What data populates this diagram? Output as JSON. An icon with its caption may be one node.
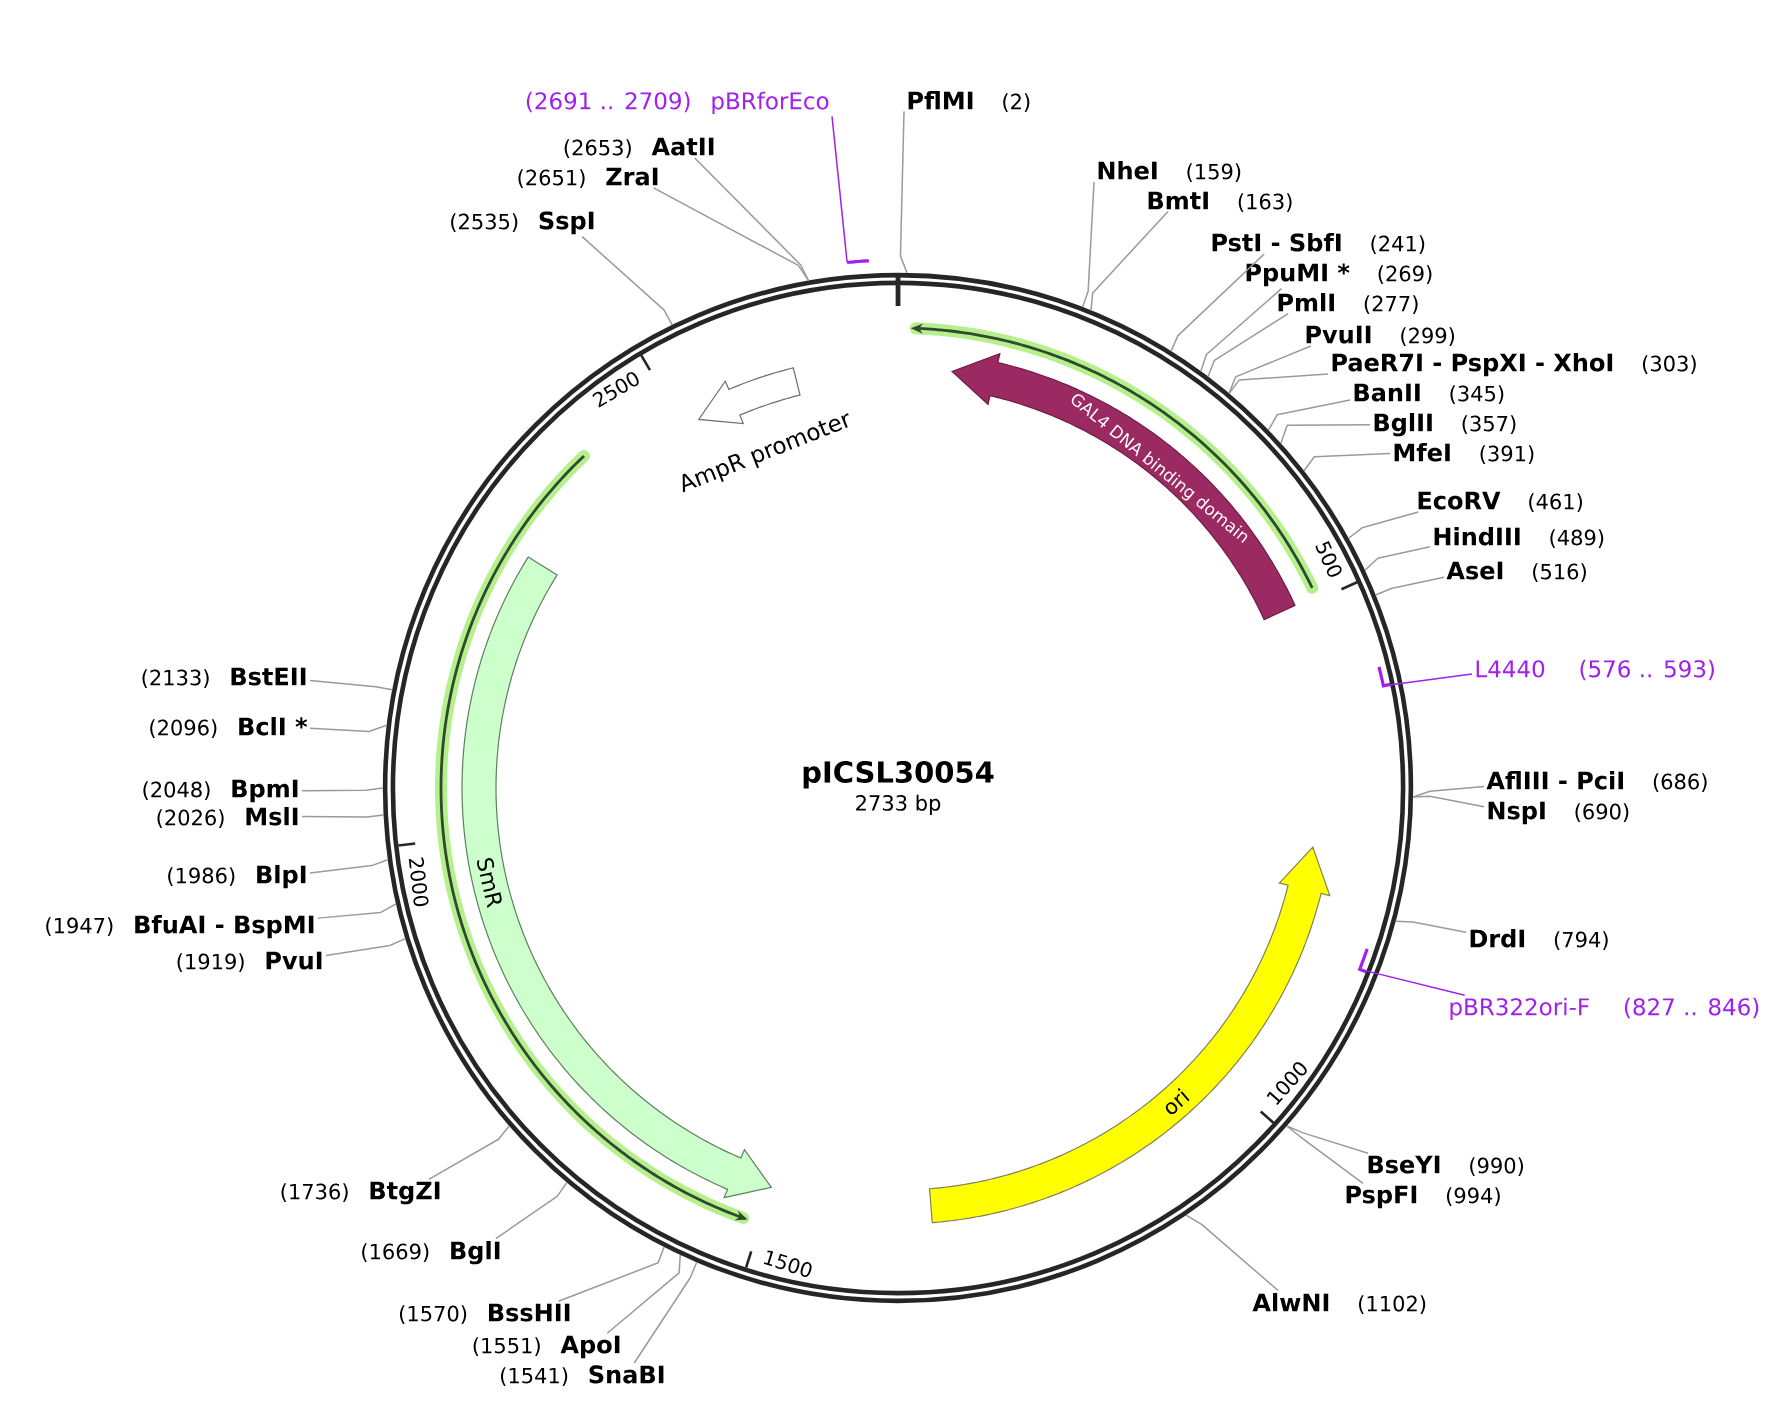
{
  "diagram": {
    "nodes": [
      {
        "text": [
          "pICSL30054",
          "2733 bp"
        ]
      },
      {
        "text": [],
        "shape": "arrow",
        "in": 0
      },
      {
        "text": [],
        "shape": "arrow",
        "in": 0
      },
      {
        "text": [
          "GAL4 DNA binding domain"
        ],
        "in": 0
      },
      {
        "text": [
          "ori"
        ],
        "in": 0
      },
      {
        "text": [
          "SmR"
        ],
        "in": 0
      },
      {
        "text": [
          "AmpR promoter"
        ],
        "in": 0
      },
      {
        "text": [
          "pBRforEco"
        ],
        "beside": [
          "(2691 .. 2709)"
        ]
      },
      {
        "text": [],
        "shape": "bar"
      },
      {
        "text": [
          "PflMI"
        ],
        "beside": [
          "(2)"
        ]
      },
      {
        "text": [
          "NheI"
        ],
        "beside": [
          "(159)"
        ]
      },
      {
        "text": [
          "BmtI"
        ],
        "beside": [
          "(163)"
        ]
      },
      {
        "text": [
          "PstI - SbfI"
        ],
        "beside": [
          "(241)"
        ]
      },
      {
        "text": [
          "PpuMI *"
        ],
        "beside": [
          "(269)"
        ]
      },
      {
        "text": [
          "PmlI"
        ],
        "beside": [
          "(277)"
        ]
      },
      {
        "text": [
          "PvuII"
        ],
        "beside": [
          "(299)"
        ]
      },
      {
        "text": [
          "PaeR7I - PspXI - XhoI"
        ],
        "beside": [
          "(303)"
        ]
      },
      {
        "text": [
          "BanII"
        ],
        "beside": [
          "(345)"
        ]
      },
      {
        "text": [
          "BglII"
        ],
        "beside": [
          "(357)"
        ]
      },
      {
        "text": [
          "MfeI"
        ],
        "beside": [
          "(391)"
        ]
      },
      {
        "text": [
          "EcoRV"
        ],
        "beside": [
          "(461)"
        ]
      },
      {
        "text": [
          "HindIII"
        ],
        "beside": [
          "(489)"
        ]
      },
      {
        "text": [
          "AseI"
        ],
        "beside": [
          "(516)"
        ]
      },
      {
        "text": [
          "L4440"
        ],
        "beside": [
          "(576 .. 593)"
        ]
      },
      {
        "text": [],
        "shape": "bar",
        "in": 0
      },
      {
        "text": [
          "AflIII - PciI"
        ],
        "beside": [
          "(686)"
        ]
      },
      {
        "text": [
          "NspI"
        ],
        "beside": [
          "(690)"
        ]
      },
      {
        "text": [
          "DrdI"
        ],
        "beside": [
          "(794)"
        ]
      },
      {
        "text": [
          "pBR322ori-F"
        ],
        "beside": [
          "(827 .. 846)"
        ]
      },
      {
        "text": [],
        "shape": "bar",
        "in": 0
      },
      {
        "text": [
          "BseYI"
        ],
        "beside": [
          "(990)"
        ]
      },
      {
        "text": [
          "PspFI"
        ],
        "beside": [
          "(994)"
        ]
      },
      {
        "text": [
          "AlwNI"
        ],
        "beside": [
          "(1102)"
        ]
      },
      {
        "text": [
          "SnaBI"
        ],
        "beside": [
          "(1541)"
        ]
      },
      {
        "text": [
          "ApoI"
        ],
        "beside": [
          "(1551)"
        ]
      },
      {
        "text": [
          "BssHII"
        ],
        "beside": [
          "(1570)"
        ]
      },
      {
        "text": [
          "BglI"
        ],
        "beside": [
          "(1669)"
        ]
      },
      {
        "text": [
          "BtgZI"
        ],
        "beside": [
          "(1736)"
        ]
      },
      {
        "text": [
          "PvuI"
        ],
        "beside": [
          "(1919)"
        ]
      },
      {
        "text": [
          "BfuAI - BspMI"
        ],
        "beside": [
          "(1947)"
        ]
      },
      {
        "text": [
          "BlpI"
        ],
        "beside": [
          "(1986)"
        ]
      },
      {
        "text": [
          "MslI"
        ],
        "beside": [
          "(2026)"
        ]
      },
      {
        "text": [
          "BpmI"
        ],
        "beside": [
          "(2048)"
        ]
      },
      {
        "text": [
          "BclI *"
        ],
        "beside": [
          "(2096)"
        ]
      },
      {
        "text": [
          "BstEII"
        ],
        "beside": [
          "(2133)"
        ]
      },
      {
        "text": [
          "SspI"
        ],
        "beside": [
          "(2535)"
        ]
      },
      {
        "text": [
          "ZraI"
        ],
        "beside": [
          "(2651)"
        ]
      },
      {
        "text": [
          "AatII"
        ],
        "beside": [
          "(2653)"
        ]
      }
    ],
    "edges": [
      {
        "from": 7,
        "to": 8,
        "arrow": "none",
        "color": "#a020f0"
      },
      {
        "from": 9,
        "to": 0,
        "arrow": "none"
      },
      {
        "from": 10,
        "to": 0,
        "arrow": "none"
      },
      {
        "from": 11,
        "to": 0,
        "arrow": "none"
      },
      {
        "from": 12,
        "to": 0,
        "arrow": "none"
      },
      {
        "from": 13,
        "to": 0,
        "arrow": "none"
      },
      {
        "from": 14,
        "to": 0,
        "arrow": "none"
      },
      {
        "from": 15,
        "to": 0,
        "arrow": "none"
      },
      {
        "from": 16,
        "to": 0,
        "arrow": "none"
      },
      {
        "from": 17,
        "to": 0,
        "arrow": "none"
      },
      {
        "from": 18,
        "to": 0,
        "arrow": "none"
      },
      {
        "from": 19,
        "to": 0,
        "arrow": "none"
      },
      {
        "from": 20,
        "to": 0,
        "arrow": "none"
      },
      {
        "from": 21,
        "to": 0,
        "arrow": "none"
      },
      {
        "from": 22,
        "to": 0,
        "arrow": "none"
      },
      {
        "from": 23,
        "to": 24,
        "arrow": "none",
        "color": "#a020f0"
      },
      {
        "from": 25,
        "to": 0,
        "arrow": "none"
      },
      {
        "from": 26,
        "to": 0,
        "arrow": "none"
      },
      {
        "from": 27,
        "to": 0,
        "arrow": "none"
      },
      {
        "from": 28,
        "to": 29,
        "arrow": "none",
        "color": "#a020f0"
      },
      {
        "from": 30,
        "to": 0,
        "arrow": "none"
      },
      {
        "from": 31,
        "to": 0,
        "arrow": "none"
      },
      {
        "from": 32,
        "to": 0,
        "arrow": "none"
      },
      {
        "from": 33,
        "to": 0,
        "arrow": "none"
      },
      {
        "from": 34,
        "to": 0,
        "arrow": "none"
      },
      {
        "from": 35,
        "to": 0,
        "arrow": "none"
      },
      {
        "from": 36,
        "to": 0,
        "arrow": "none"
      },
      {
        "from": 37,
        "to": 0,
        "arrow": "none"
      },
      {
        "from": 38,
        "to": 0,
        "arrow": "none"
      },
      {
        "from": 39,
        "to": 0,
        "arrow": "none"
      },
      {
        "from": 40,
        "to": 0,
        "arrow": "none"
      },
      {
        "from": 41,
        "to": 0,
        "arrow": "none"
      },
      {
        "from": 42,
        "to": 0,
        "arrow": "none"
      },
      {
        "from": 43,
        "to": 0,
        "arrow": "none"
      },
      {
        "from": 44,
        "to": 0,
        "arrow": "none"
      },
      {
        "from": 45,
        "to": 0,
        "arrow": "none"
      },
      {
        "from": 46,
        "to": 0,
        "arrow": "none"
      },
      {
        "from": 47,
        "to": 0,
        "arrow": "none"
      }
    ],
    "labels": [
      "500",
      "1000",
      "1500",
      "2000",
      "2500"
    ]
  }
}
